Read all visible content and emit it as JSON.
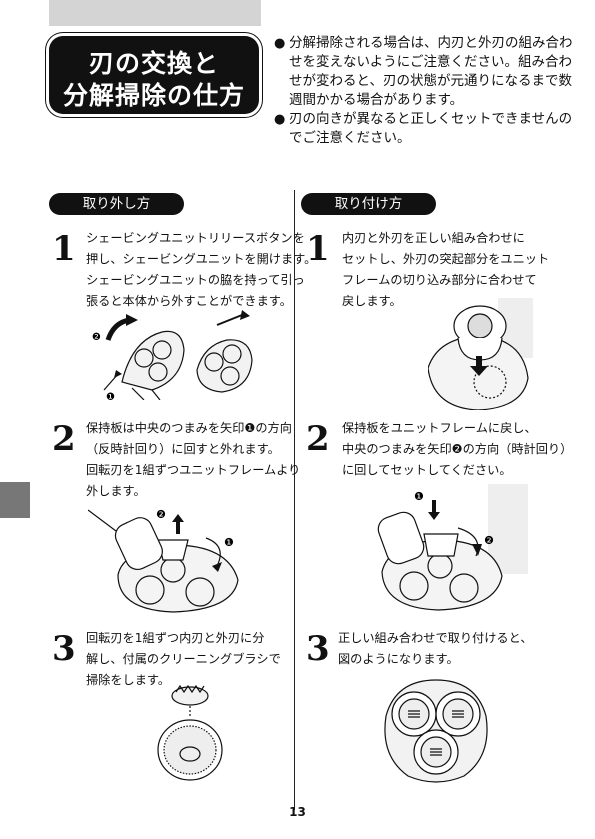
{
  "header": {
    "title_line1": "刃の交換と",
    "title_line2": "分解掃除の仕方"
  },
  "notes": [
    {
      "bullet": "●",
      "text": "分解掃除される場合は、内刃と外刃の組み合わせを変えないようにご注意ください。組み合わせが変わると、刃の状態が元通りになるまで数週間かかる場合があります。"
    },
    {
      "bullet": "●",
      "text": "刃の向きが異なると正しくセットできませんのでご注意ください。"
    }
  ],
  "removal": {
    "heading": "取り外し方",
    "steps": [
      {
        "num": "1",
        "lines": [
          "シェービングユニットリリースボタンを",
          "押し、シェービングユニットを開けます。",
          "シェービングユニットの脇を持って引っ",
          "張ると本体から外すことができます。"
        ]
      },
      {
        "num": "2",
        "lines": [
          "保持板は中央のつまみを矢印❶の方向",
          "（反時計回り）に回すと外れます。",
          "回転刃を1組ずつユニットフレームより",
          "外します。"
        ]
      },
      {
        "num": "3",
        "lines": [
          "回転刃を1組ずつ内刃と外刃に分",
          "解し、付属のクリーニングブラシで",
          "掃除をします。"
        ]
      }
    ]
  },
  "install": {
    "heading": "取り付け方",
    "steps": [
      {
        "num": "1",
        "lines": [
          "内刃と外刃を正しい組み合わせに",
          "セットし、外刃の突起部分をユニット",
          "フレームの切り込み部分に合わせて",
          "戻します。"
        ]
      },
      {
        "num": "2",
        "lines": [
          "保持板をユニットフレームに戻し、",
          "中央のつまみを矢印❷の方向（時計回り）",
          "に回してセットしてください。"
        ]
      },
      {
        "num": "3",
        "lines": [
          "正しい組み合わせで取り付けると、",
          "図のようになります。"
        ]
      }
    ]
  },
  "markers": {
    "one": "❶",
    "two": "❷"
  },
  "page_number": "13"
}
